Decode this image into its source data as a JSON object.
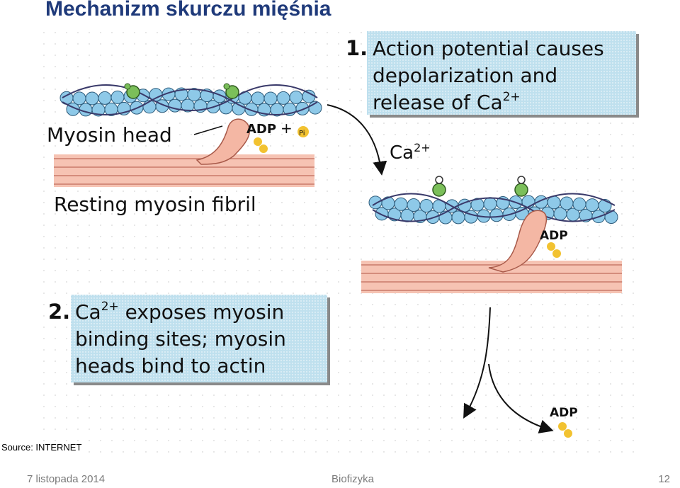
{
  "slide": {
    "title": "Mechanizm skurczu mięśnia",
    "source": "Source: INTERNET",
    "footer": {
      "date": "7 listopada 2014",
      "subject": "Biofizyka",
      "page": "12"
    }
  },
  "diagram": {
    "step1": {
      "number": "1.",
      "lines": [
        "Action potential causes",
        "depolarization and",
        "release of Ca"
      ],
      "sup": "2+"
    },
    "step2": {
      "number": "2.",
      "lines": [
        "Ca",
        "binding sites; myosin",
        "heads bind to actin"
      ],
      "sup": "2+",
      "line1_rest": " exposes myosin"
    },
    "labels": {
      "myosin_head": "Myosin head",
      "resting": "Resting myosin fibril",
      "adp": "ADP",
      "plus": "+",
      "pi": "Pi",
      "ca": "Ca",
      "ca_sup": "2+"
    }
  },
  "colors": {
    "title": "#1f3a7a",
    "actin_bead": "#8ec9e8",
    "troponin": "#7bbf5a",
    "myosin_fibril": "#f6c3b3",
    "myosin_head": "#f4b7a4",
    "adp": "#f2c230",
    "text_box": "#bfe0ee",
    "ca_dot": "#e0702b"
  }
}
